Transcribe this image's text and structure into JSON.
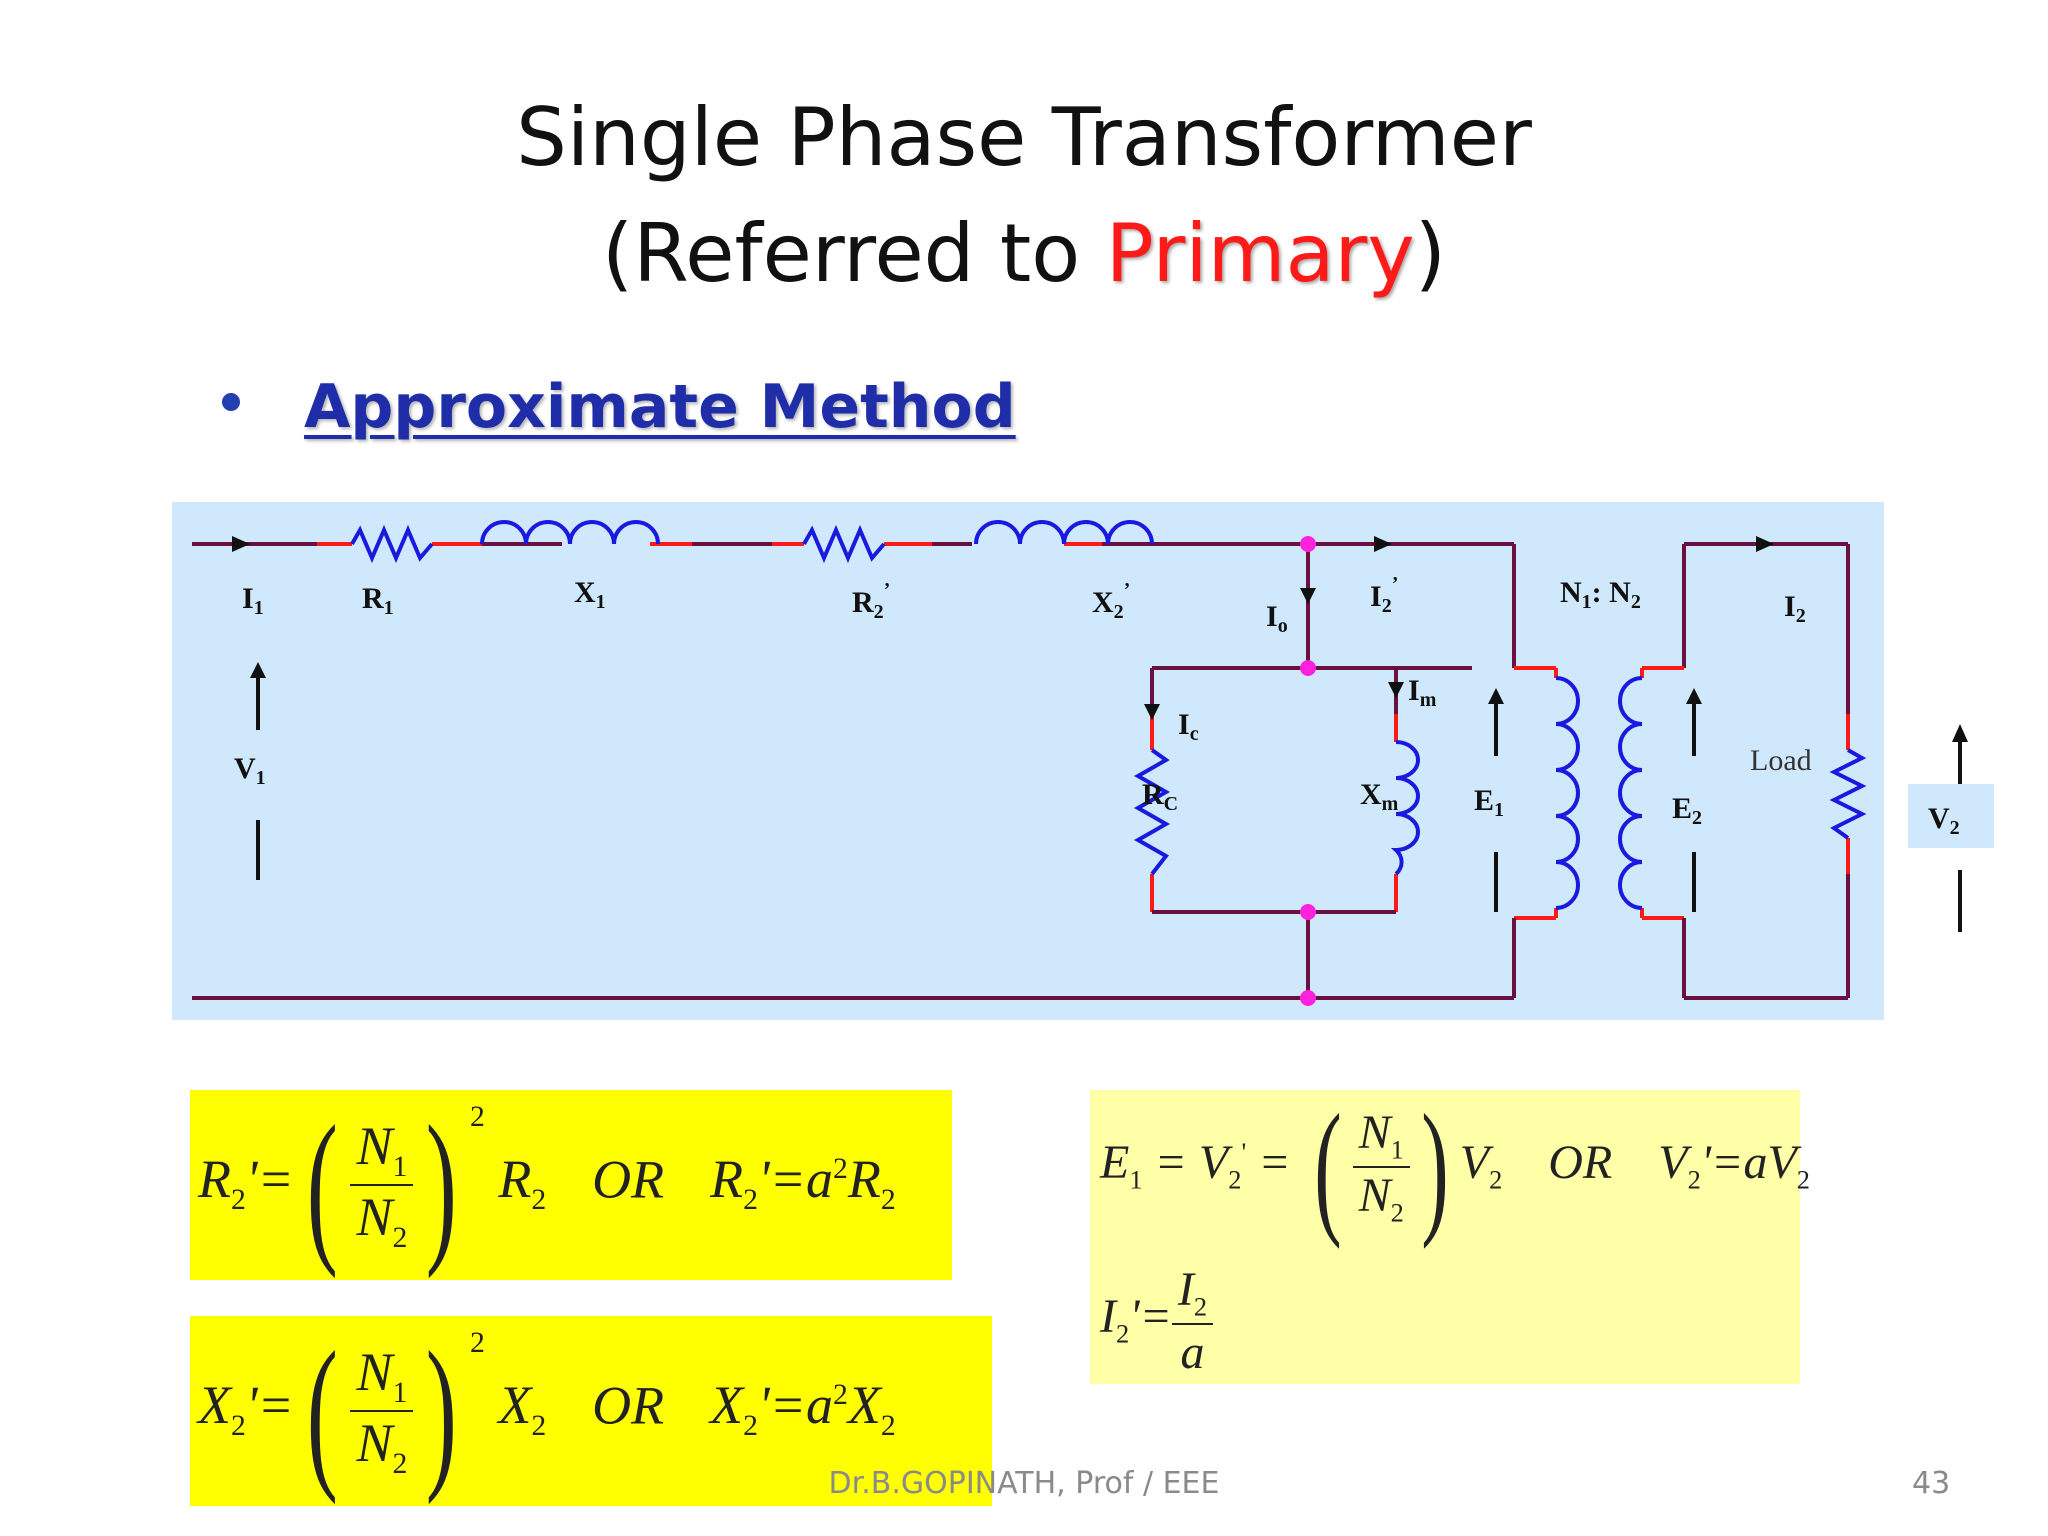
{
  "slide": {
    "title_line1": "Single Phase Transformer",
    "title_line2_prefix": "(Referred to ",
    "title_line2_accent": "Primary",
    "title_line2_suffix": ")",
    "accent_color": "#ff1a1a",
    "bullet": "Approximate Method",
    "footer": "Dr.B.GOPINATH, Prof / EEE",
    "page_number": "43"
  },
  "circuit": {
    "labels": {
      "I1": "I",
      "I1_sub": "1",
      "R1": "R",
      "R1_sub": "1",
      "X1": "X",
      "X1_sub": "1",
      "R2p": "R",
      "R2p_sub": "2",
      "R2p_prime": "’",
      "X2p": "X",
      "X2p_sub": "2",
      "X2p_prime": "’",
      "Io": "I",
      "Io_sub": "o",
      "I2p": "I",
      "I2p_sub": "2",
      "I2p_prime": "’",
      "ratio": "N",
      "ratio_sub1": "1",
      "ratio_mid": ": N",
      "ratio_sub2": "2",
      "I2": "I",
      "I2_sub": "2",
      "Im": "I",
      "Im_sub": "m",
      "Ic": "I",
      "Ic_sub": "c",
      "V1": "V",
      "V1_sub": "1",
      "RC": "R",
      "RC_sub": "C",
      "Xm": "X",
      "Xm_sub": "m",
      "E1": "E",
      "E1_sub": "1",
      "E2": "E",
      "E2_sub": "2",
      "load": "Load",
      "V2": "V",
      "V2_sub": "2"
    },
    "colors": {
      "background": "#cfe8fb",
      "wire": "#6a1040",
      "wire_red": "#ff1a1a",
      "coil": "#1a1adf",
      "node": "#ff22dd"
    }
  },
  "equations": {
    "r2": {
      "lhs": "R",
      "lhs_sub": "2",
      "lhs_tail": "'=",
      "num": "N",
      "num_sub": "1",
      "den": "N",
      "den_sub": "2",
      "exp": "2",
      "var": "R",
      "var_sub": "2",
      "or": "OR",
      "rhs": "R",
      "rhs_sub": "2",
      "rhs_tail": "'=",
      "a": "a",
      "a_exp": "2",
      "rhs_var": "R",
      "rhs_var_sub": "2"
    },
    "x2": {
      "lhs": "X",
      "lhs_sub": "2",
      "lhs_tail": "'=",
      "num": "N",
      "num_sub": "1",
      "den": "N",
      "den_sub": "2",
      "exp": "2",
      "var": "X",
      "var_sub": "2",
      "or": "OR",
      "rhs": "X",
      "rhs_sub": "2",
      "rhs_tail": "'=",
      "a": "a",
      "a_exp": "2",
      "rhs_var": "X",
      "rhs_var_sub": "2"
    },
    "e1": {
      "e": "E",
      "e_sub": "1",
      "eq1": " = ",
      "v": "V",
      "v_sub": "2",
      "v_prime": "'",
      "eq2": " = ",
      "num": "N",
      "num_sub": "1",
      "den": "N",
      "den_sub": "2",
      "var": "V",
      "var_sub": "2",
      "or": "OR",
      "rhs": "V",
      "rhs_sub": "2",
      "rhs_tail": "'=",
      "a": "a",
      "rhs_var": "V",
      "rhs_var_sub": "2"
    },
    "i2": {
      "lhs": "I",
      "lhs_sub": "2",
      "lhs_tail": "'=",
      "num": "I",
      "num_sub": "2",
      "den": "a"
    }
  }
}
